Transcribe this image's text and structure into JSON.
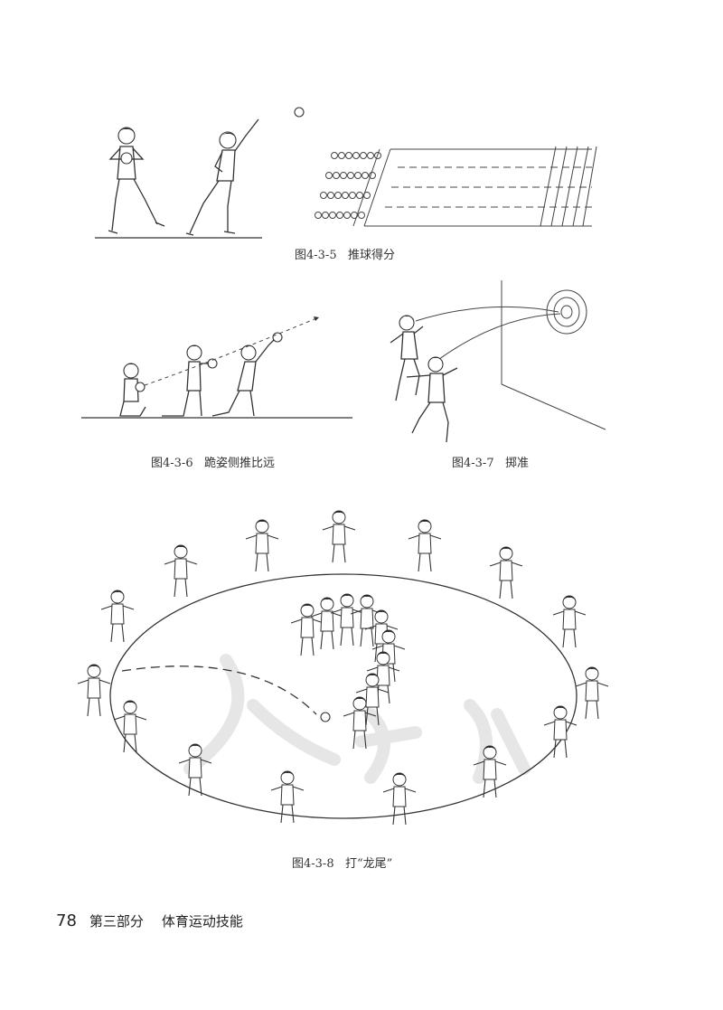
{
  "figures": [
    {
      "id": "fig-4-3-5",
      "caption_prefix": "图4-3-5",
      "caption_title": "推球得分"
    },
    {
      "id": "fig-4-3-6",
      "caption_prefix": "图4-3-6",
      "caption_title": "跪姿侧推比远"
    },
    {
      "id": "fig-4-3-7",
      "caption_prefix": "图4-3-7",
      "caption_title": "掷准"
    },
    {
      "id": "fig-4-3-8",
      "caption_prefix": "图4-3-8",
      "caption_title": "打“龙尾”"
    }
  ],
  "footer": {
    "page_number": "78",
    "part": "第三部分",
    "section": "体育运动技能"
  },
  "colors": {
    "ink": "#333333",
    "paper": "#ffffff",
    "watermark": "#e6e6e6"
  }
}
